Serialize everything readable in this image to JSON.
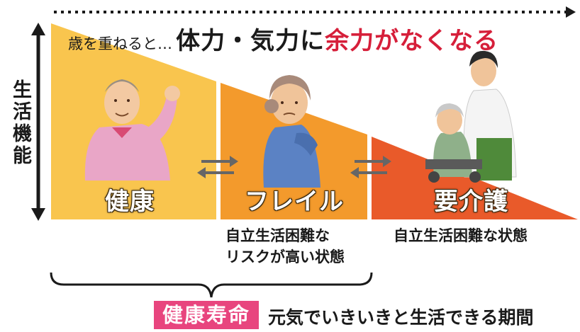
{
  "headline": {
    "lead": "歳を重ねると…",
    "main": "体力・気力に",
    "emphasis": "余力がなくなる"
  },
  "axis": {
    "label": "生活機能"
  },
  "stages": [
    {
      "label": "健康",
      "color": "#f9c54e"
    },
    {
      "label": "フレイル",
      "color": "#f39a2c"
    },
    {
      "label": "要介護",
      "color": "#e95a2a"
    }
  ],
  "descriptions": {
    "frailty_line1": "自立生活困難な",
    "frailty_line2": "リスクが高い状態",
    "care": "自立生活困難な状態"
  },
  "footer": {
    "badge": "健康寿命",
    "text": "元気でいきいきと生活できる期間"
  },
  "colors": {
    "emphasis": "#d61f3a",
    "badge": "#e8457e",
    "arrow": "#666666"
  }
}
